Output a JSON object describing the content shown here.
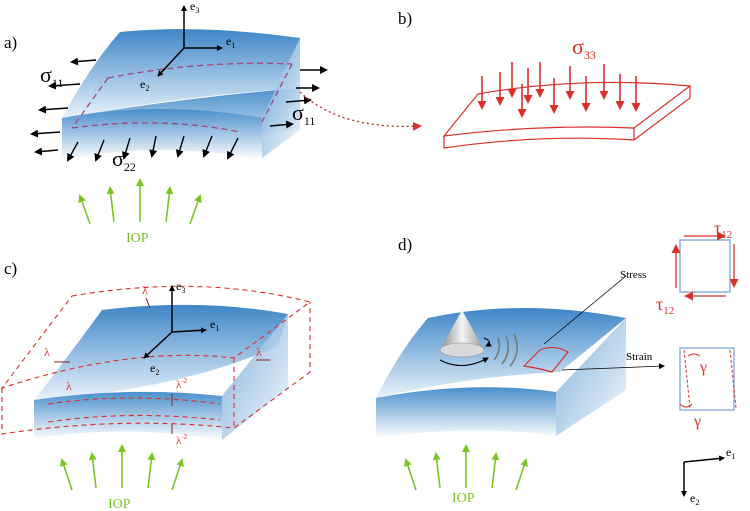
{
  "panels": {
    "a": {
      "label": "a)",
      "axes": {
        "e1": "e",
        "e1_sub": "1",
        "e2": "e",
        "e2_sub": "2",
        "e3": "e",
        "e3_sub": "3"
      },
      "sigma11_left": {
        "sym": "σ",
        "sub": "11"
      },
      "sigma11_right": {
        "sym": "σ",
        "sub": "11"
      },
      "sigma22": {
        "sym": "σ",
        "sub": "22"
      },
      "iop": "IOP"
    },
    "b": {
      "label": "b)",
      "sigma33": {
        "sym": "σ",
        "sub": "33"
      }
    },
    "c": {
      "label": "c)",
      "axes": {
        "e1": "e",
        "e1_sub": "1",
        "e2": "e",
        "e2_sub": "2",
        "e3": "e",
        "e3_sub": "3"
      },
      "lambda": "λ",
      "lambda_inv2": {
        "sym": "λ",
        "sup": "-2"
      },
      "iop": "IOP"
    },
    "d": {
      "label": "d)",
      "stress": "Stress",
      "strain": "Strain",
      "tau": {
        "sym": "τ",
        "sub": "12"
      },
      "gamma": "γ",
      "axes": {
        "e1": "e",
        "e1_sub": "1",
        "e2": "e",
        "e2_sub": "2"
      },
      "iop": "IOP"
    }
  },
  "colors": {
    "stress_red": "#d8302a",
    "iop_green": "#7cc423",
    "dashed_purple": "#a0457a",
    "tissue_top": "#3f86c6",
    "tissue_bottom": "#ffffff"
  }
}
